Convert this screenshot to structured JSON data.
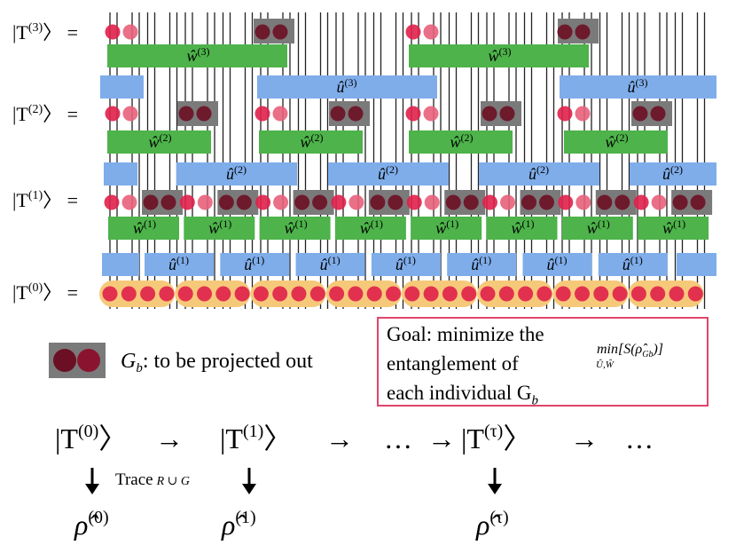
{
  "diagram": {
    "levels": [
      {
        "label": "|T",
        "sup": "(3)",
        "eq": "〉 ="
      },
      {
        "label": "|T",
        "sup": "(2)",
        "eq": "〉 ="
      },
      {
        "label": "|T",
        "sup": "(1)",
        "eq": "〉 ="
      },
      {
        "label": "|T",
        "sup": "(0)",
        "eq": "〉 ="
      }
    ],
    "blocks": {
      "w3": "ŵ",
      "w3_sup": "(3)",
      "u3": "û",
      "u3_sup": "(3)",
      "w2": "ŵ",
      "w2_sup": "(2)",
      "u2": "û",
      "u2_sup": "(2)",
      "w1": "ŵ",
      "w1_sup": "(1)",
      "u1": "û",
      "u1_sup": "(1)"
    },
    "colors": {
      "isometry_green": "#4db34a",
      "disentangler_blue": "#7fadea",
      "site_red": "#e0204a",
      "site_dark": "#6b0f24",
      "projected_box": "#7a7a7a",
      "base_band": "#f6c97a",
      "goal_border": "#e0456a"
    }
  },
  "legend": {
    "symbol": "G",
    "subscript": "b",
    "text": ": to be projected out"
  },
  "goal": {
    "line1": "Goal: minimize the",
    "line2": "entanglement of",
    "line3": "each individual G",
    "line3_sub": "b",
    "formula": "min[S(ρ̂",
    "formula_sub": "Gb",
    "formula_end": ")]",
    "formula_under": "Û,Ŵ"
  },
  "sequence": {
    "states": [
      {
        "label": "|T",
        "sup": "(0)"
      },
      {
        "label": "|T",
        "sup": "(1)"
      },
      {
        "label": "|T",
        "sup": "(τ)"
      }
    ],
    "arrow": "→",
    "ellipsis": "…",
    "trace_label": "Trace",
    "trace_sub": "R ∪ G",
    "rhos": [
      {
        "label": "ρ̂",
        "sup": "(0)"
      },
      {
        "label": "ρ̂",
        "sup": "(1)"
      },
      {
        "label": "ρ̂",
        "sup": "(τ)"
      }
    ]
  }
}
